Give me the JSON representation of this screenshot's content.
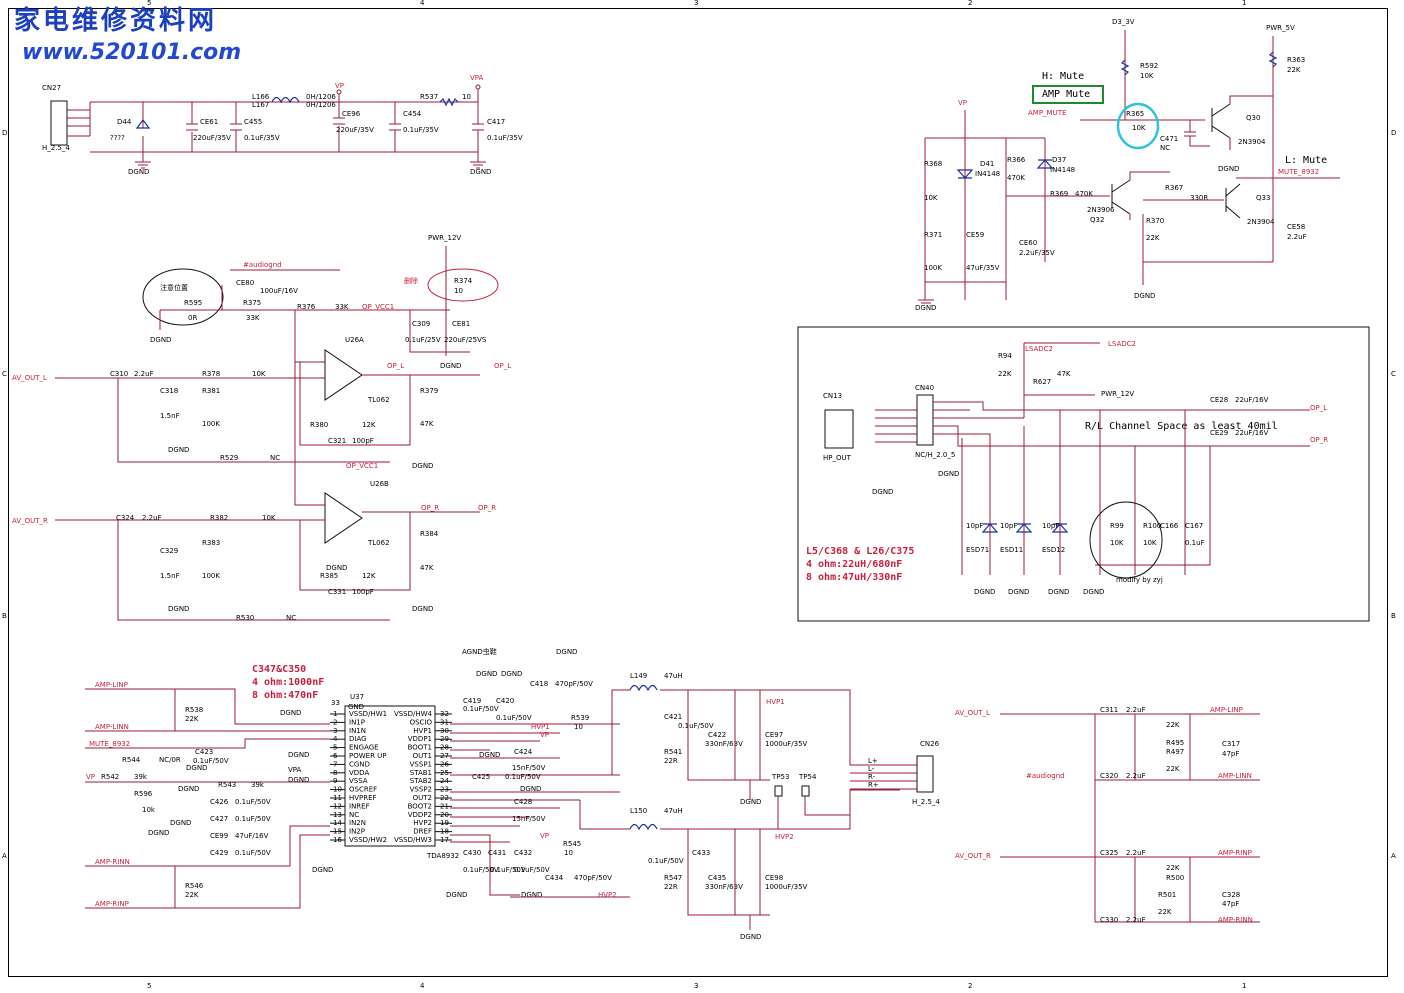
{
  "watermark": {
    "title": "家电维修资料网",
    "url": "www.520101.com"
  },
  "grid": {
    "top": [
      "5",
      "4",
      "3",
      "2",
      "1"
    ],
    "side": [
      "D",
      "C",
      "B",
      "A"
    ]
  },
  "power_block": {
    "connector": "CN27",
    "connector_type": "H_2.5_4",
    "diode": "D44",
    "diode_value": "????",
    "caps": [
      {
        "ref": "CE61",
        "value": "220uF/35V"
      },
      {
        "ref": "C455",
        "value": "0.1uF/35V"
      },
      {
        "ref": "CE96",
        "value": "220uF/35V"
      },
      {
        "ref": "C454",
        "value": "0.1uF/35V"
      },
      {
        "ref": "C417",
        "value": "0.1uF/35V"
      }
    ],
    "inductors": [
      {
        "ref": "L166",
        "value": "0H/1206"
      },
      {
        "ref": "L167",
        "value": "0H/1206"
      }
    ],
    "resistor": {
      "ref": "R537",
      "value": "10"
    },
    "nets": {
      "vp": "VP",
      "vpa": "VPA",
      "gnd": "DGND"
    }
  },
  "mute_block": {
    "note_h": "H: Mute",
    "note_l": "L: Mute",
    "amp_mute_box": "AMP Mute",
    "net_in": "AMP_MUTE",
    "net_out": "MUTE_8932",
    "rails": {
      "d33": "D3_3V",
      "pwr5": "PWR_5V",
      "vp": "VP"
    },
    "parts": [
      {
        "ref": "R592",
        "value": "10K"
      },
      {
        "ref": "R363",
        "value": "22K"
      },
      {
        "ref": "R365",
        "value": "10K"
      },
      {
        "ref": "C471",
        "value": "NC"
      },
      {
        "ref": "Q30",
        "value": "2N3904"
      },
      {
        "ref": "R368",
        "value": "10K"
      },
      {
        "ref": "D41",
        "value": "IN4148"
      },
      {
        "ref": "R366",
        "value": "470K"
      },
      {
        "ref": "D37",
        "value": "IN4148"
      },
      {
        "ref": "R369",
        "value": "470K"
      },
      {
        "ref": "Q32",
        "value": "2N3906"
      },
      {
        "ref": "R367",
        "value": "330R"
      },
      {
        "ref": "Q33",
        "value": "2N3904"
      },
      {
        "ref": "R370",
        "value": "22K"
      },
      {
        "ref": "CE58",
        "value": "2.2uF"
      },
      {
        "ref": "R371",
        "value": "100K"
      },
      {
        "ref": "CE59",
        "value": "47uF/35V"
      },
      {
        "ref": "CE60",
        "value": "2.2uF/35V"
      }
    ]
  },
  "opamp_block": {
    "audiognd": "#audiognd",
    "pwr12": "PWR_12V",
    "note_place": "注意位置",
    "note_delete": "删除",
    "ic_a": "U26A",
    "ic_b": "U26B",
    "ic_type": "TL062",
    "vcc": "OP_VCC1",
    "in_l": "AV_OUT_L",
    "in_r": "AV_OUT_R",
    "out_l": "OP_L",
    "out_r": "OP_R",
    "parts": [
      {
        "ref": "CE80",
        "value": "100uF/16V"
      },
      {
        "ref": "R595",
        "value": "0R"
      },
      {
        "ref": "R375",
        "value": "33K"
      },
      {
        "ref": "R376",
        "value": "33K"
      },
      {
        "ref": "R374",
        "value": "10"
      },
      {
        "ref": "C309",
        "value": "0.1uF/25V"
      },
      {
        "ref": "CE81",
        "value": "220uF/25VS"
      },
      {
        "ref": "C310",
        "value": "2.2uF"
      },
      {
        "ref": "C318",
        "value": "1.5nF"
      },
      {
        "ref": "R378",
        "value": "10K"
      },
      {
        "ref": "R381",
        "value": "100K"
      },
      {
        "ref": "R380",
        "value": "12K"
      },
      {
        "ref": "C321",
        "value": "100pF"
      },
      {
        "ref": "R379",
        "value": "47K"
      },
      {
        "ref": "R529",
        "value": "NC"
      },
      {
        "ref": "C324",
        "value": "2.2uF"
      },
      {
        "ref": "C329",
        "value": "1.5nF"
      },
      {
        "ref": "R382",
        "value": "10K"
      },
      {
        "ref": "R383",
        "value": "100K"
      },
      {
        "ref": "R385",
        "value": "12K"
      },
      {
        "ref": "C331",
        "value": "100pF"
      },
      {
        "ref": "R384",
        "value": "47K"
      },
      {
        "ref": "R530",
        "value": "NC"
      }
    ]
  },
  "hp_block": {
    "jack": "CN13",
    "jack_label": "HP_OUT",
    "conn": "CN40",
    "conn_type": "NC/H_2.0_5",
    "lsadc": "LSADC2",
    "pwr12": "PWR_12V",
    "note": "R/L Channel Space as least 40mil",
    "modify": "modify by zyj",
    "filter_note": [
      "L5/C368 & L26/C375",
      "4 ohm:22uH/680nF",
      "8 ohm:47uH/330nF"
    ],
    "parts": [
      {
        "ref": "R94",
        "value": "22K"
      },
      {
        "ref": "R627",
        "value": "47K"
      },
      {
        "ref": "CE28",
        "value": "22uF/16V"
      },
      {
        "ref": "CE29",
        "value": "22uF/16V"
      },
      {
        "ref": "ESD71",
        "value": "10pF"
      },
      {
        "ref": "ESD11",
        "value": "10pF"
      },
      {
        "ref": "ESD12",
        "value": "10pF"
      },
      {
        "ref": "R99",
        "value": "10K"
      },
      {
        "ref": "R100",
        "value": "10K"
      },
      {
        "ref": "C166",
        "value": "0.1uF"
      },
      {
        "ref": "C167",
        "value": ""
      }
    ]
  },
  "amp_block": {
    "header": [
      "AGND虫鞋",
      "DGND"
    ],
    "ic": "U37",
    "ic_type": "TDA8932",
    "note": [
      "C347&C350",
      "4 ohm:1000nF",
      "8 ohm:470nF"
    ],
    "pins_left": [
      {
        "n": "1",
        "name": "VSSD/HW1"
      },
      {
        "n": "2",
        "name": "IN1P"
      },
      {
        "n": "3",
        "name": "IN1N"
      },
      {
        "n": "4",
        "name": "DIAG"
      },
      {
        "n": "5",
        "name": "ENGAGE"
      },
      {
        "n": "6",
        "name": "POWER UP"
      },
      {
        "n": "7",
        "name": "CGND"
      },
      {
        "n": "8",
        "name": "VDDA"
      },
      {
        "n": "9",
        "name": "VSSA"
      },
      {
        "n": "10",
        "name": "OSCREF"
      },
      {
        "n": "11",
        "name": "HVPREF"
      },
      {
        "n": "12",
        "name": "INREF"
      },
      {
        "n": "13",
        "name": "NC"
      },
      {
        "n": "14",
        "name": "IN2N"
      },
      {
        "n": "15",
        "name": "IN2P"
      },
      {
        "n": "16",
        "name": "VSSD/HW2"
      }
    ],
    "pins_right": [
      {
        "n": "32",
        "name": "VSSD/HW4"
      },
      {
        "n": "31",
        "name": "OSCIO"
      },
      {
        "n": "30",
        "name": "HVP1"
      },
      {
        "n": "29",
        "name": "VDDP1"
      },
      {
        "n": "28",
        "name": "BOOT1"
      },
      {
        "n": "27",
        "name": "OUT1"
      },
      {
        "n": "26",
        "name": "VSSP1"
      },
      {
        "n": "25",
        "name": "STAB1"
      },
      {
        "n": "24",
        "name": "STAB2"
      },
      {
        "n": "23",
        "name": "VSSP2"
      },
      {
        "n": "22",
        "name": "OUT2"
      },
      {
        "n": "21",
        "name": "BOOT2"
      },
      {
        "n": "20",
        "name": "VDDP2"
      },
      {
        "n": "19",
        "name": "HVP2"
      },
      {
        "n": "18",
        "name": "DREF"
      },
      {
        "n": "17",
        "name": "VSSD/HW3"
      }
    ],
    "gnd_pin": {
      "n": "33",
      "name": "GND"
    },
    "nets": [
      "AMP-LINP",
      "AMP-LINN",
      "MUTE_8932",
      "VP",
      "AMP-RINN",
      "AMP-RINP",
      "HVP1",
      "HVP2",
      "DGND",
      "VPA"
    ],
    "parts": [
      {
        "ref": "R538",
        "value": "22K"
      },
      {
        "ref": "C423",
        "value": "0.1uF/50V"
      },
      {
        "ref": "R544",
        "value": "NC/0R"
      },
      {
        "ref": "R542",
        "value": "39k"
      },
      {
        "ref": "R596",
        "value": "10k"
      },
      {
        "ref": "R543",
        "value": "39k"
      },
      {
        "ref": "C426",
        "value": "0.1uF/50V"
      },
      {
        "ref": "C427",
        "value": "0.1uF/50V"
      },
      {
        "ref": "CE99",
        "value": "47uF/16V"
      },
      {
        "ref": "C429",
        "value": "0.1uF/50V"
      },
      {
        "ref": "R546",
        "value": "22K"
      },
      {
        "ref": "C419",
        "value": "0.1uF/50V"
      },
      {
        "ref": "C420",
        "value": "0.1uF/50V"
      },
      {
        "ref": "C418",
        "value": "470pF/50V"
      },
      {
        "ref": "R539",
        "value": "10"
      },
      {
        "ref": "C424",
        "value": "15nF/50V"
      },
      {
        "ref": "C425",
        "value": "0.1uF/50V"
      },
      {
        "ref": "C428",
        "value": "15nF/50V"
      },
      {
        "ref": "C430",
        "value": "0.1uF/50V"
      },
      {
        "ref": "C431",
        "value": "0.1uF/50V"
      },
      {
        "ref": "C432",
        "value": "0.1uF/50V"
      },
      {
        "ref": "R545",
        "value": "10"
      },
      {
        "ref": "C434",
        "value": "470pF/50V"
      },
      {
        "ref": "L149",
        "value": "47uH"
      },
      {
        "ref": "C421",
        "value": "0.1uF/50V"
      },
      {
        "ref": "R541",
        "value": "22R"
      },
      {
        "ref": "C422",
        "value": "330nF/63V"
      },
      {
        "ref": "CE97",
        "value": "1000uF/35V"
      },
      {
        "ref": "L150",
        "value": "47uH"
      },
      {
        "ref": "C433",
        "value": "0.1uF/50V"
      },
      {
        "ref": "R547",
        "value": "22R"
      },
      {
        "ref": "C435",
        "value": "330nF/63V"
      },
      {
        "ref": "CE98",
        "value": "1000uF/35V"
      },
      {
        "ref": "TP53",
        "value": ""
      },
      {
        "ref": "TP54",
        "value": ""
      }
    ],
    "output_conn": "CN26",
    "output_type": "H_2.5_4",
    "out_pins": [
      "L+",
      "L-",
      "R-",
      "R+"
    ]
  },
  "input_block": {
    "nets": [
      "AV_OUT_L",
      "AMP-LINP",
      "#audiognd",
      "AMP-LINN",
      "AV_OUT_R",
      "AMP-RINP",
      "AMP-RINN"
    ],
    "parts": [
      {
        "ref": "C311",
        "value": "2.2uF"
      },
      {
        "ref": "R495",
        "value": "22K"
      },
      {
        "ref": "R497",
        "value": "22K"
      },
      {
        "ref": "C317",
        "value": "47pF"
      },
      {
        "ref": "C320",
        "value": "2.2uF"
      },
      {
        "ref": "C325",
        "value": "2.2uF"
      },
      {
        "ref": "R500",
        "value": "22K"
      },
      {
        "ref": "R501",
        "value": "22K"
      },
      {
        "ref": "C328",
        "value": "47pF"
      },
      {
        "ref": "C330",
        "value": "2.2uF"
      }
    ]
  }
}
